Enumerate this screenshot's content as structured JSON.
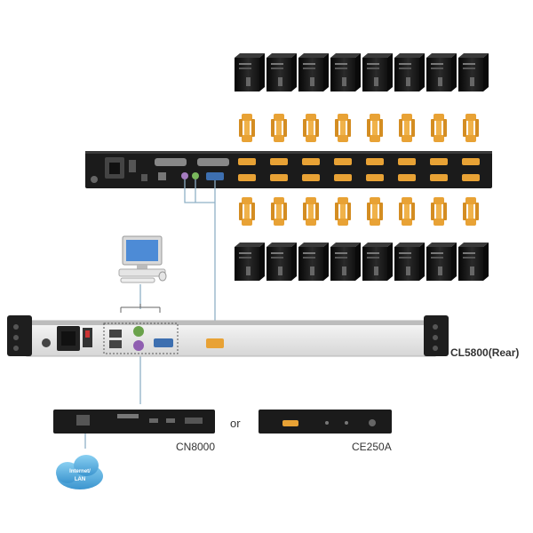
{
  "labels": {
    "rack_device": "CL5800(Rear)",
    "ip_module": "CN8000",
    "extender": "CE250A",
    "separator": "or",
    "cloud": "Internet/ LAN",
    "cloud_line1": "Internet/",
    "cloud_line2": "LAN"
  },
  "layout": {
    "computers_top_count": 8,
    "computers_bottom_count": 8,
    "cables_top_count": 8,
    "cables_bottom_count": 8
  },
  "colors": {
    "device_body": "#1b1b1b",
    "rack_panel": "#eeeeee",
    "connector": "#e8a235",
    "cable_line": "#8fb0c7",
    "cloud": "#4aa3d8"
  },
  "icons": {
    "computer": "tower-pc-icon",
    "cable": "vga-cable-icon",
    "console": "desktop-monitor-icon",
    "cloud": "cloud-icon"
  }
}
